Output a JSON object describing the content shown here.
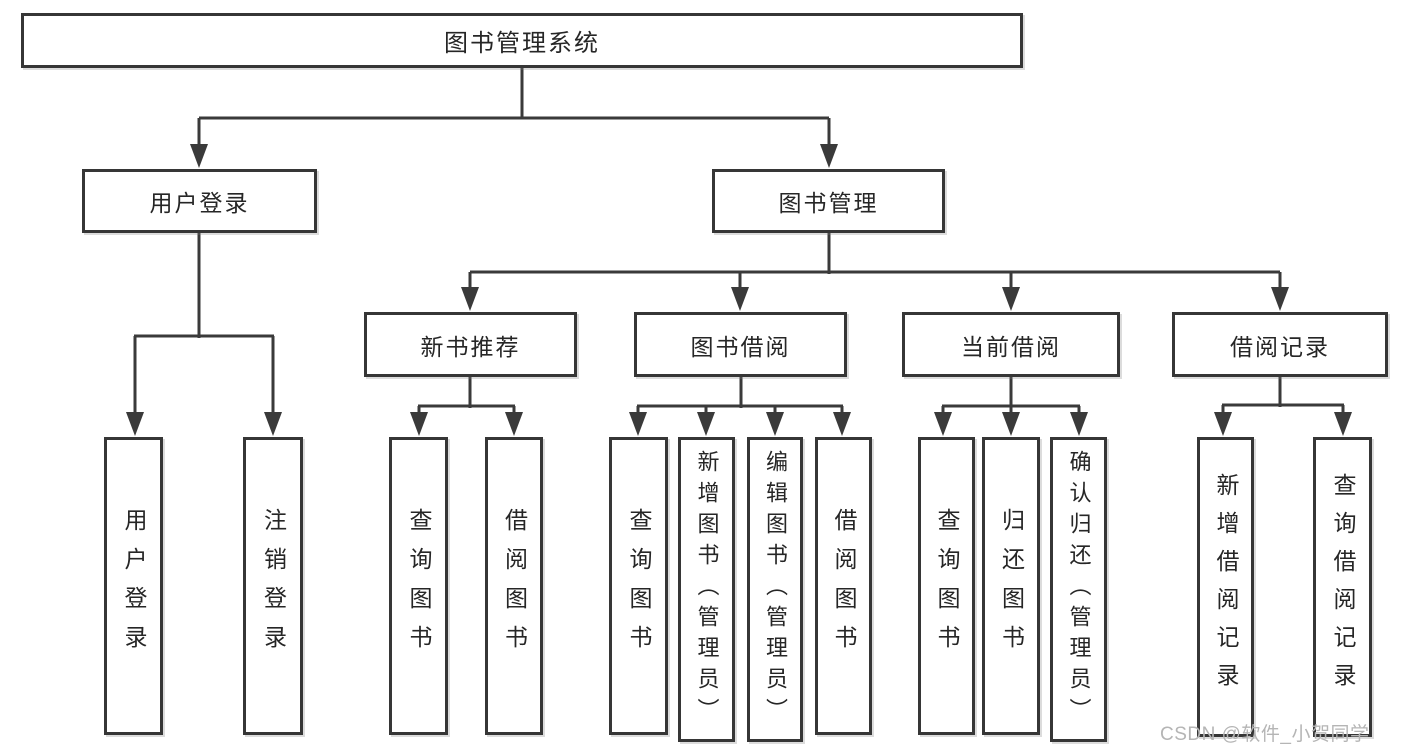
{
  "diagram": {
    "nodes": {
      "root": "图书管理系统",
      "login": "用户登录",
      "mgmt": "图书管理",
      "recommend": "新书推荐",
      "borrow": "图书借阅",
      "current": "当前借阅",
      "records": "借阅记录",
      "login_user": "用户登录",
      "login_logout": "注销登录",
      "rec_query": "查询图书",
      "rec_borrow": "借阅图书",
      "bor_query": "查询图书",
      "bor_add": "新增图书（管理员）",
      "bor_edit": "编辑图书（管理员）",
      "bor_lend": "借阅图书",
      "cur_query": "查询图书",
      "cur_return": "归还图书",
      "cur_confirm": "确认归还（管理员）",
      "hist_add": "新增借阅记录",
      "hist_query": "查询借阅记录"
    },
    "watermark": "CSDN @软件_小贺同学",
    "colors": {
      "line": "#3a3a3a",
      "box_border": "#363636",
      "text": "#262626",
      "watermark": "#b5b5b5",
      "background": "#ffffff"
    }
  }
}
